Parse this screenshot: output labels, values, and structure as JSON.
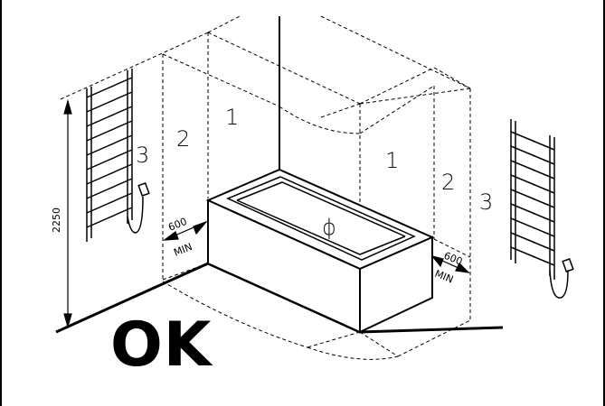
{
  "zones": {
    "z1_left": "1",
    "z2_left": "2",
    "z3_left": "3",
    "z1_right": "1",
    "z2_right": "2",
    "z3_right": "3",
    "zero": "ϕ"
  },
  "dimensions": {
    "height": "2250",
    "left_clearance_value": "600",
    "left_clearance_unit": "MIN",
    "right_clearance_value": "600",
    "right_clearance_unit": "MIN"
  },
  "verdict": "OK"
}
